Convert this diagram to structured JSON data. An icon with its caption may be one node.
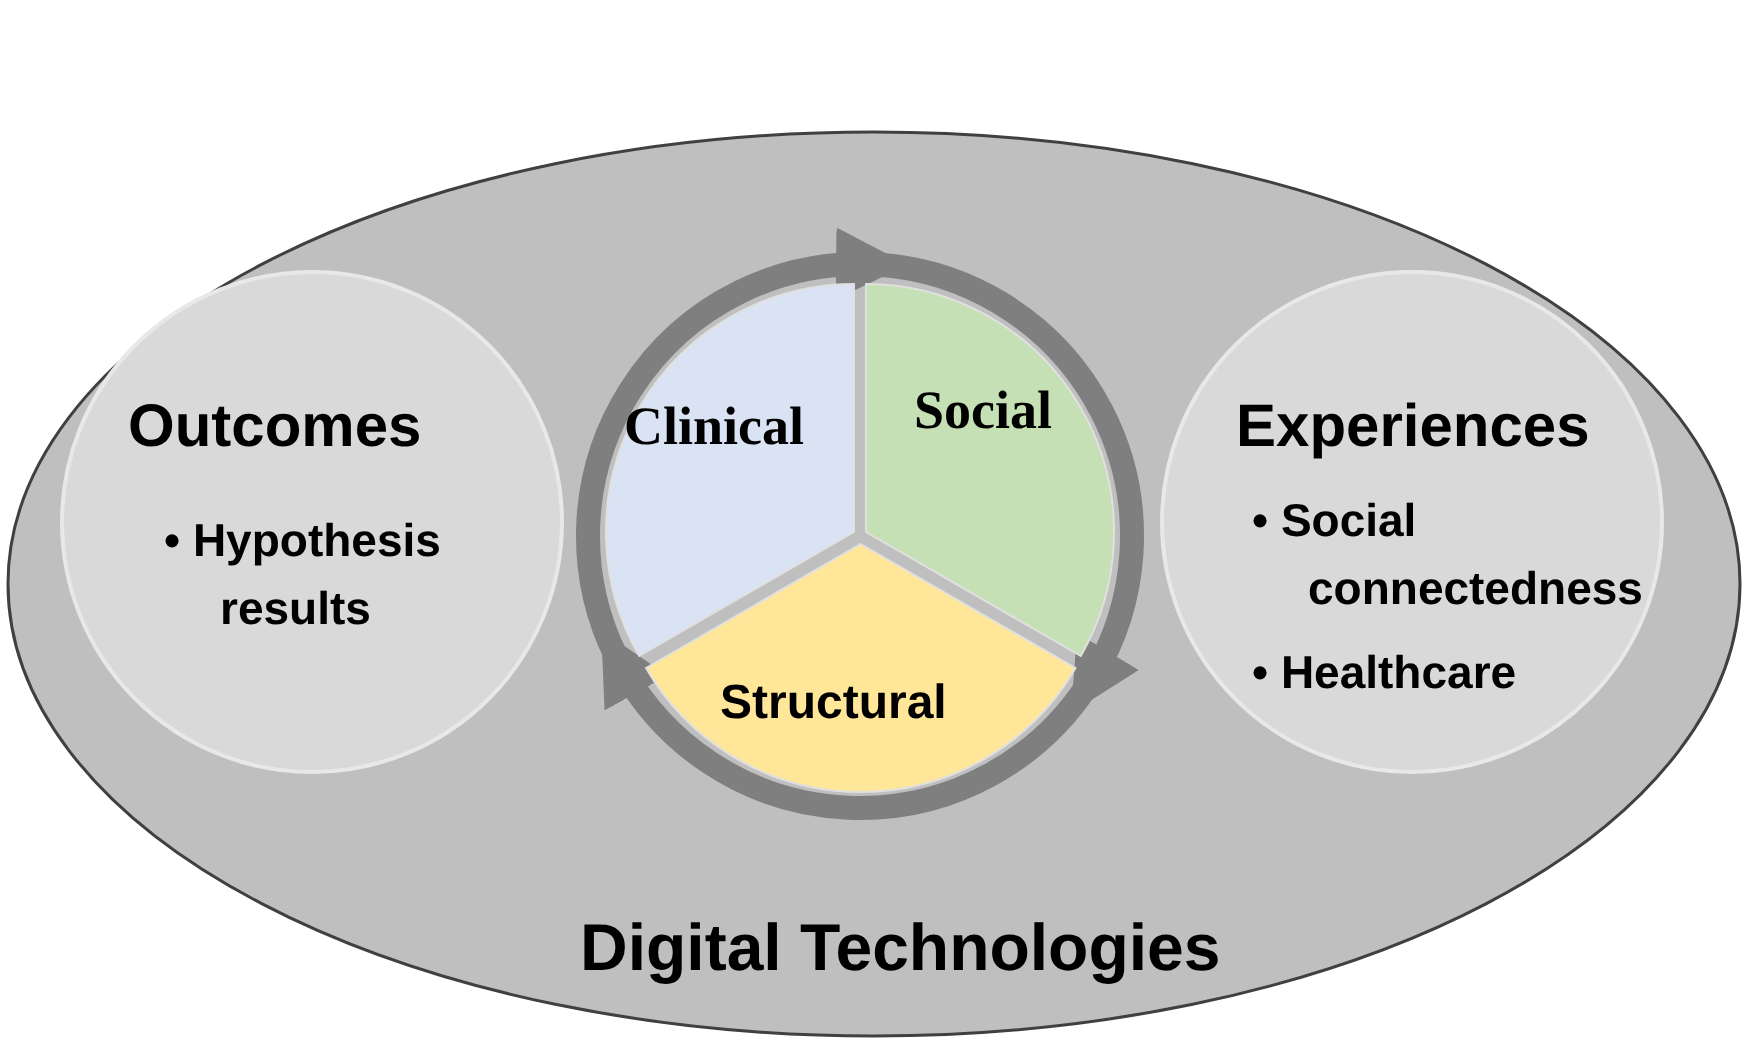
{
  "diagram": {
    "nodes": [
      {
        "text": [
          "Digital Technologies"
        ]
      },
      {
        "text": [
          "Outcomes",
          "• Hypothesis results"
        ],
        "in": 0
      },
      {
        "text": [
          "Clinical"
        ],
        "in": 0
      },
      {
        "text": [
          "Social"
        ],
        "in": 0
      },
      {
        "text": [
          "Structural"
        ],
        "in": 0
      },
      {
        "text": [
          "Experiences",
          "• Social connectedness",
          "• Healthcare"
        ],
        "in": 0
      }
    ],
    "edges": [
      {
        "from": 2,
        "to": 3,
        "arrow": "to"
      },
      {
        "from": 3,
        "to": 4,
        "arrow": "to"
      },
      {
        "from": 4,
        "to": 2,
        "arrow": "to"
      }
    ]
  }
}
